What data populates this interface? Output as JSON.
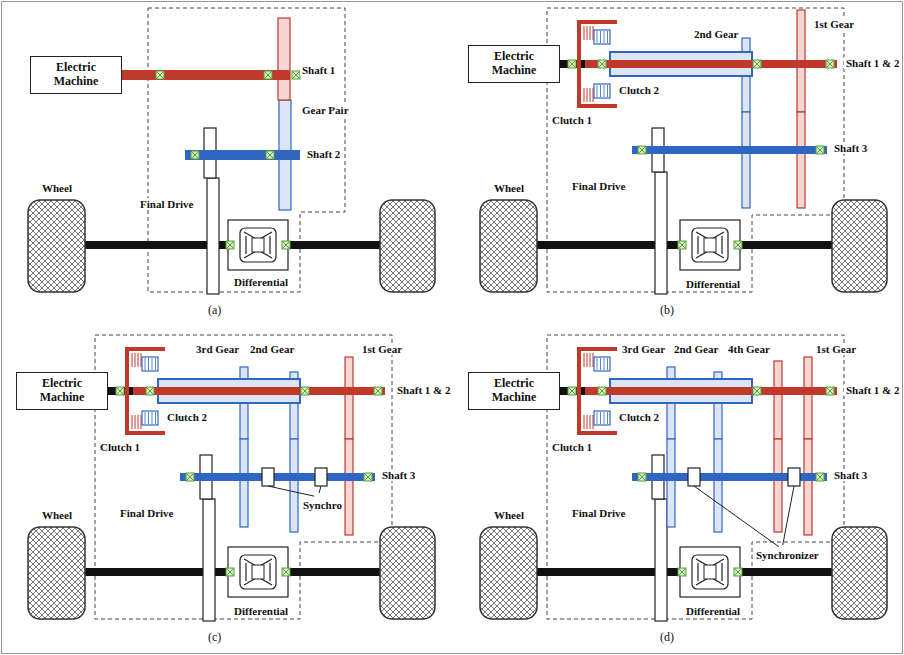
{
  "diagram": {
    "nodes": [
      {
        "text": [
          "Electric Machine"
        ]
      },
      {
        "text": [
          "Electric Machine"
        ]
      },
      {
        "text": [
          "Electric Machine"
        ]
      },
      {
        "text": [
          "Electric Machine"
        ]
      }
    ],
    "labels": [
      "Shaft 1",
      "Gear Pair",
      "Shaft 2",
      "Wheel",
      "Final Drive",
      "Differential",
      "(a)",
      "Shaft 1 & 2",
      "1st Gear",
      "2nd Gear",
      "Clutch 1",
      "Clutch 2",
      "Shaft 3",
      "Wheel",
      "Final Drive",
      "Differential",
      "(b)",
      "3rd Gear",
      "2nd Gear",
      "1st Gear",
      "Shaft 1 & 2",
      "Clutch 1",
      "Clutch 2",
      "Shaft 3",
      "Synchro",
      "Wheel",
      "Final Drive",
      "Differential",
      "(c)",
      "4th Gear",
      "3rd Gear",
      "2nd Gear",
      "1st Gear",
      "Shaft 1 & 2",
      "Clutch 1",
      "Clutch 2",
      "Shaft 3",
      "Synchronizer",
      "Wheel",
      "Final Drive",
      "Differential",
      "(d)"
    ]
  }
}
